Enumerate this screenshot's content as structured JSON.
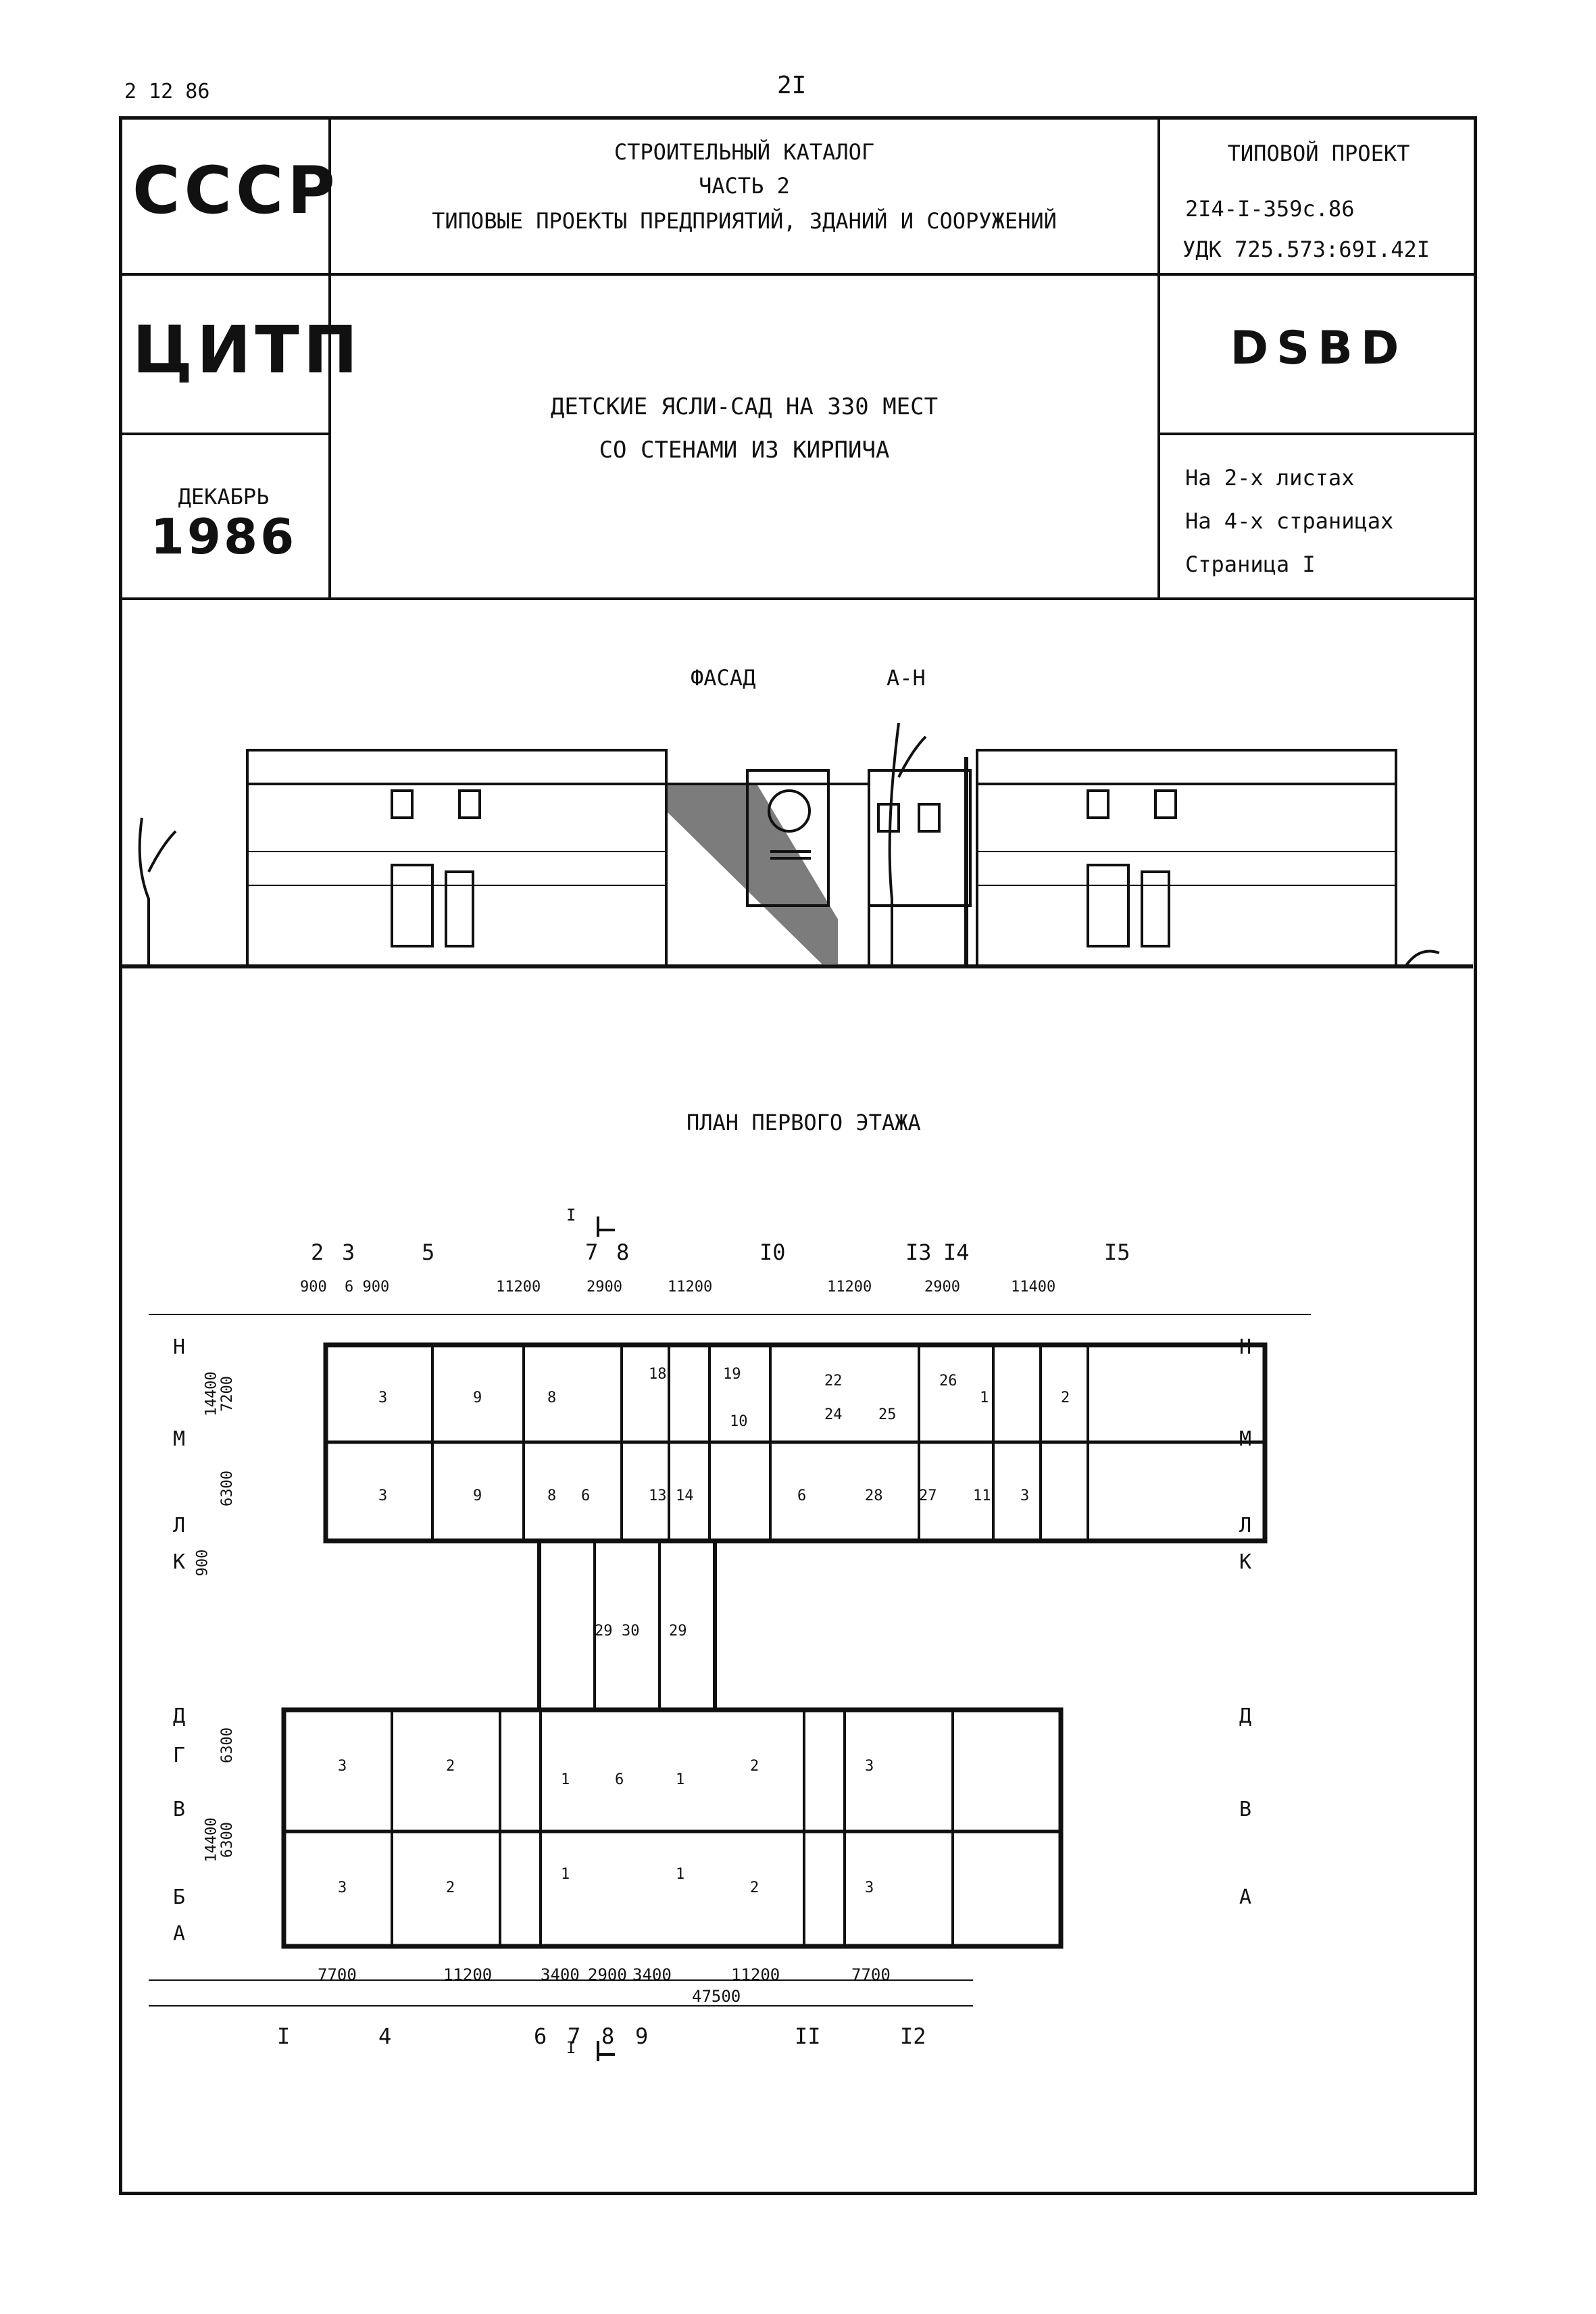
{
  "page": {
    "code": "2 12 86",
    "number": "2I"
  },
  "header": {
    "ussr": "СССР",
    "citp": "ЦИТП",
    "month": "ДЕКАБРЬ",
    "year": "1986",
    "catalog_line1": "СТРОИТЕЛЬНЫЙ КАТАЛОГ",
    "catalog_line2": "ЧАСТЬ  2",
    "catalog_line3": "ТИПОВЫЕ ПРОЕКТЫ ПРЕДПРИЯТИЙ, ЗДАНИЙ И СООРУЖЕНИЙ",
    "project_type": "ТИПОВОЙ ПРОЕКТ",
    "project_number": "2I4-I-359с.86",
    "udk": "УДК 725.573:69I.42I",
    "title_line1": "ДЕТСКИЕ ЯСЛИ-САД НА 330 МЕСТ",
    "title_line2": "СО СТЕНАМИ ИЗ КИРПИЧА",
    "code": "DSBD",
    "sheets": "На 2-х листах",
    "pages": "На 4-х страницах",
    "page_label": "Страница I"
  },
  "facade": {
    "title": "ФАСАД",
    "axes": "А-Н"
  },
  "plan": {
    "title": "ПЛАН ПЕРВОГО ЭТАЖА",
    "top_axes": [
      "2",
      "3",
      "5",
      "7",
      "8",
      "I0",
      "I3",
      "I4",
      "I5"
    ],
    "top_dims": [
      "900",
      "6 900",
      "11200",
      "2900",
      "11200",
      "11200",
      "2900",
      "11400"
    ],
    "bottom_axes": [
      "I",
      "4",
      "6",
      "7",
      "8",
      "9",
      "II",
      "I2"
    ],
    "bottom_dims": [
      "7700",
      "11200",
      "3400",
      "2900",
      "3400",
      "11200",
      "7700"
    ],
    "bottom_total": "47500",
    "left_axes_top": [
      "Н",
      "М",
      "Л",
      "К"
    ],
    "left_axes_bottom": [
      "Д",
      "Г",
      "В",
      "Б",
      "А"
    ],
    "right_axes_top": [
      "Н",
      "М",
      "Л",
      "К"
    ],
    "right_axes_bottom": [
      "Д",
      "В",
      "А"
    ],
    "dims_vertical": [
      "14400",
      "7200",
      "6300",
      "900",
      "6300",
      "6300",
      "14400"
    ],
    "section_mark": "I"
  }
}
